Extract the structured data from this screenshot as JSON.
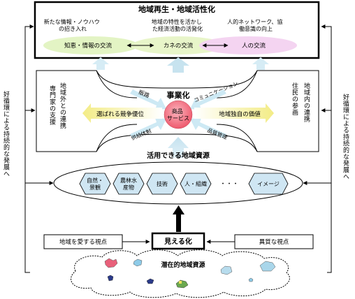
{
  "top": {
    "title": "地域再生・地域活性化",
    "goal_left": "新たな情報・ノウハウ\nの招き入れ",
    "goal_center": "地域の特性を活かし\nた経済活動の活発化",
    "goal_right": "人的ネットワーク、協\n働意識の向上",
    "exchange_left": "知恵・情報の交流",
    "exchange_center": "カネの交流",
    "exchange_right": "人の交流"
  },
  "side": {
    "left_outer": "好循環による持続的な発展へ",
    "right_outer": "好循環による持続的な発展へ",
    "left_inner_1": "地域外との連携",
    "left_inner_2": "専門家の支援",
    "right_inner_1": "地域内の連携",
    "right_inner_2": "住民の参画"
  },
  "business": {
    "title": "事業化",
    "core": "商品\nサービス",
    "left": "選ばれる競争優位",
    "right": "地域独自の価値",
    "arrow_ul": "販路",
    "arrow_ur": "コミュニケーション",
    "arrow_ll": "供給体制",
    "arrow_lr": "品質管理"
  },
  "resources": {
    "title": "活用できる地域資源",
    "items": [
      "自然・\n景観",
      "農林水\n産物",
      "技術",
      "人・組織",
      "・・・",
      "イメージ"
    ]
  },
  "visualize": {
    "left": "地域を愛する視点",
    "center": "見える化",
    "right": "異質な視点"
  },
  "latent": {
    "title": "潜在的地域資源"
  },
  "colors": {
    "green": "#dff3c0",
    "pink": "#f5d4f2",
    "lightblue": "#cde9f4",
    "yellow": "#f7f2a8",
    "red_core": "#f06e7e",
    "hex_blue": "#cfe6f3"
  }
}
